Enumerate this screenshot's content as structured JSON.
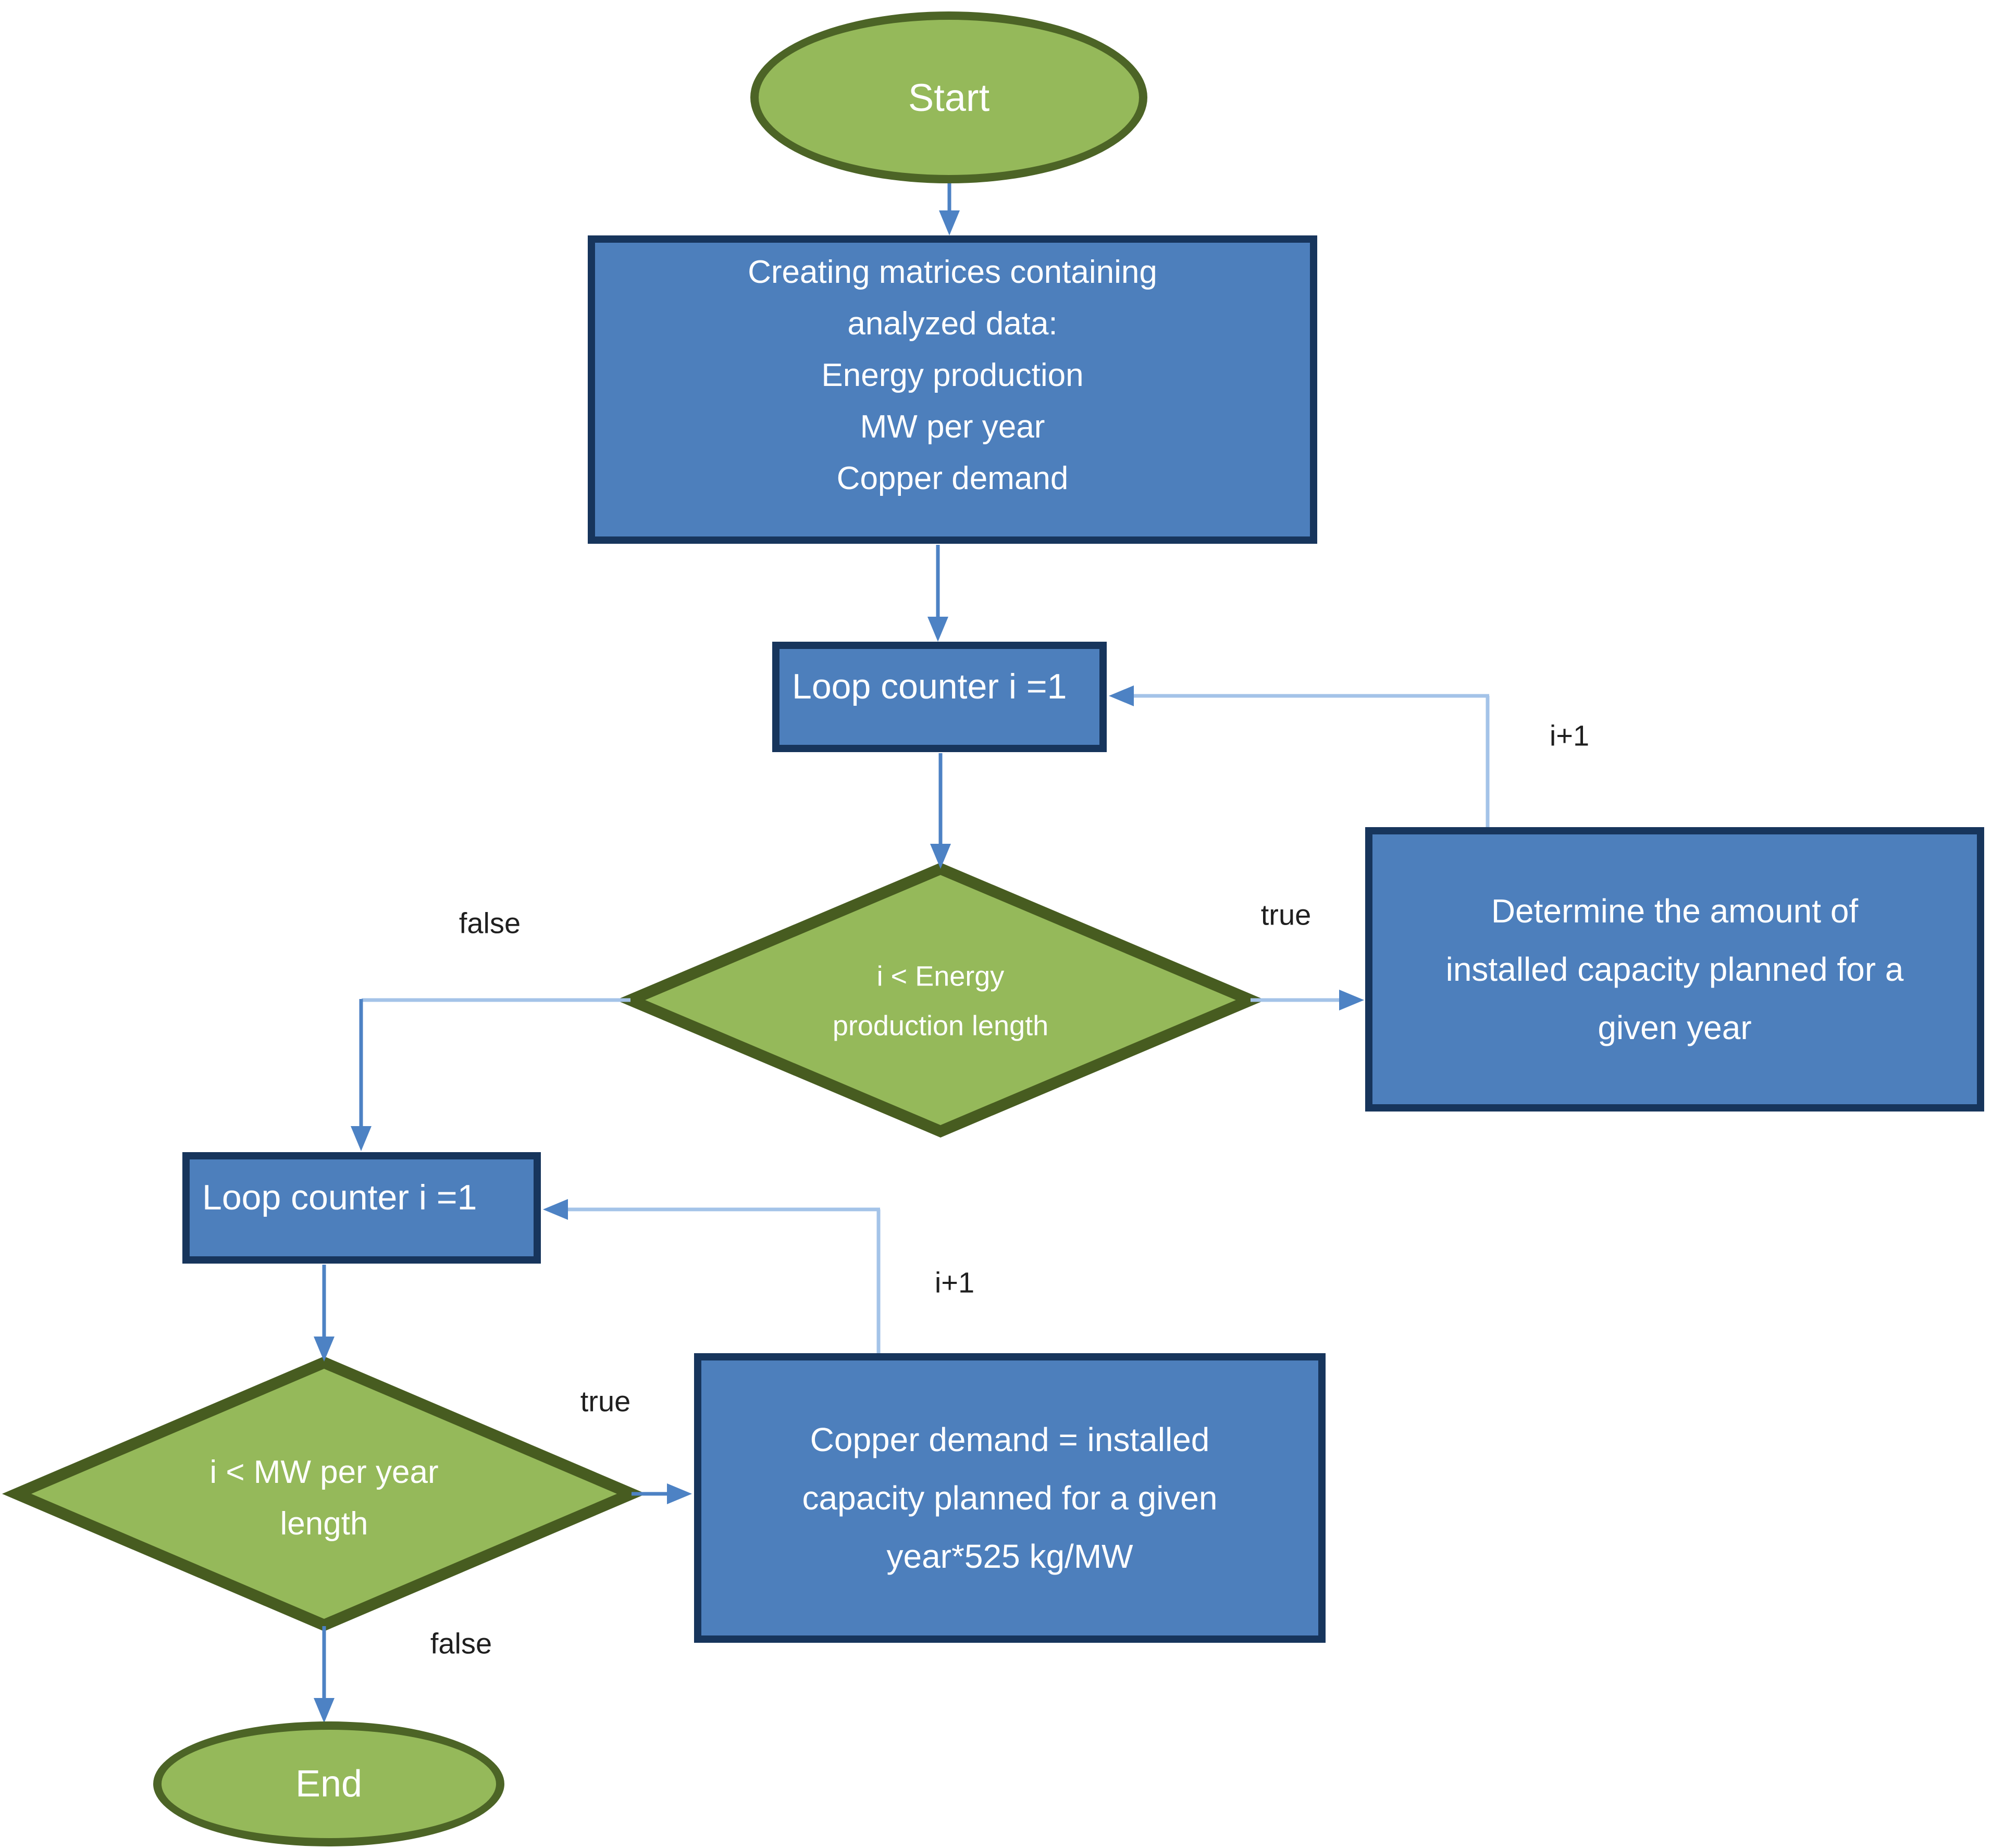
{
  "nodes": {
    "start": {
      "type": "terminator",
      "label": "Start"
    },
    "create": {
      "type": "process",
      "label": "Creating matrices containing\nanalyzed data:\nEnergy production\nMW per year\nCopper demand"
    },
    "loop1": {
      "type": "process",
      "label": "Loop counter i =1"
    },
    "decision1": {
      "type": "decision",
      "label": "i < Energy\nproduction length"
    },
    "determine": {
      "type": "process",
      "label": "Determine the amount of\ninstalled capacity planned for a\ngiven year"
    },
    "loop2": {
      "type": "process",
      "label": "Loop counter i =1"
    },
    "decision2": {
      "type": "decision",
      "label": "i < MW per year\nlength"
    },
    "copper": {
      "type": "process",
      "label": "Copper demand = installed\ncapacity planned for a given\nyear*525 kg/MW"
    },
    "end": {
      "type": "terminator",
      "label": "End"
    }
  },
  "edge_labels": {
    "decision1_false": "false",
    "decision1_true": "true",
    "loop1_increment": "i+1",
    "decision2_true": "true",
    "decision2_false": "false",
    "loop2_increment": "i+1"
  },
  "colors": {
    "process_fill": "#4d7fbc",
    "process_border": "#17355c",
    "terminal_fill": "#95b95a",
    "terminal_border": "#4c6426",
    "connector_medium": "#4d82c4",
    "connector_light": "#a4c3e8",
    "node_text": "#ffffff",
    "label_text": "#1f1f1f"
  }
}
